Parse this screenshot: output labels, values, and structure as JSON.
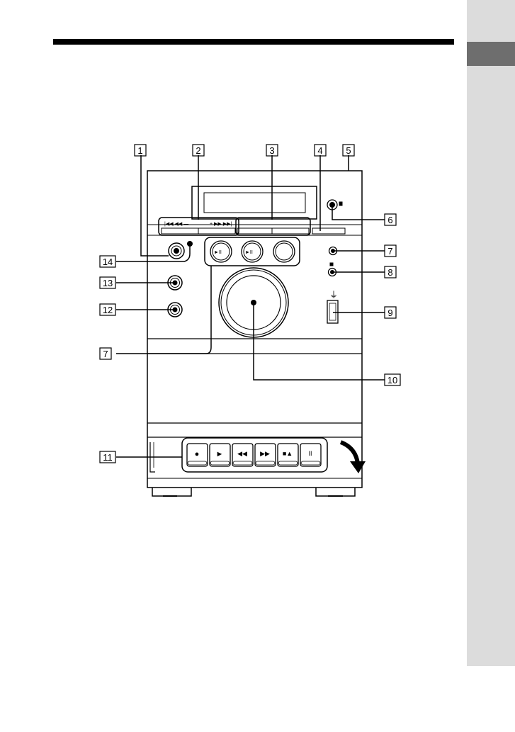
{
  "callouts": {
    "c1": "1",
    "c2": "2",
    "c3": "3",
    "c4": "4",
    "c5": "5",
    "c6": "6",
    "c7a": "7",
    "c7b": "7",
    "c8": "8",
    "c9": "9",
    "c10": "10",
    "c11": "11",
    "c12": "12",
    "c13": "13",
    "c14": "14"
  },
  "control_symbols": {
    "prev_group": "|◀◀ ◀◀ —",
    "next_group": "+ ▶▶ ▶▶|",
    "play_pause": "►II",
    "cassette_record": "●",
    "cassette_play": "►",
    "cassette_rewind": "◀◀",
    "cassette_ffwd": "▶▶",
    "cassette_stop_eject": "■▲",
    "cassette_pause": "II",
    "usb": "⏚"
  },
  "colors": {
    "ink": "#000000",
    "side_tab": "#dcdcdc",
    "side_tab_marker": "#6e6e6e"
  }
}
